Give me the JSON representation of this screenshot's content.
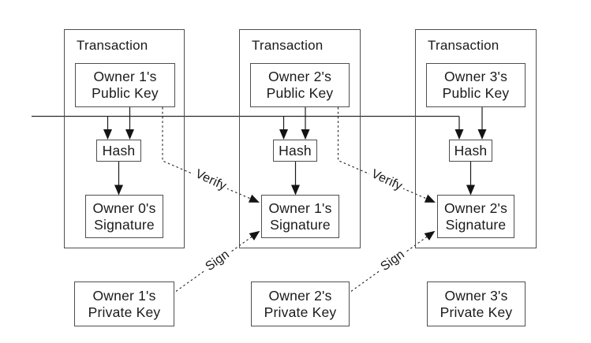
{
  "colors": {
    "background": "#ffffff",
    "ink": "#1a1a1a",
    "line": "#2b2b2b",
    "box_border": "#4f4f4f"
  },
  "transactions": [
    {
      "title": "Transaction",
      "public_key": {
        "line1": "Owner 1's",
        "line2": "Public Key"
      },
      "hash": "Hash",
      "signature": {
        "line1": "Owner 0's",
        "line2": "Signature"
      }
    },
    {
      "title": "Transaction",
      "public_key": {
        "line1": "Owner 2's",
        "line2": "Public Key"
      },
      "hash": "Hash",
      "signature": {
        "line1": "Owner 1's",
        "line2": "Signature"
      }
    },
    {
      "title": "Transaction",
      "public_key": {
        "line1": "Owner 3's",
        "line2": "Public Key"
      },
      "hash": "Hash",
      "signature": {
        "line1": "Owner 2's",
        "line2": "Signature"
      }
    }
  ],
  "private_keys": [
    {
      "line1": "Owner 1's",
      "line2": "Private Key"
    },
    {
      "line1": "Owner 2's",
      "line2": "Private Key"
    },
    {
      "line1": "Owner 3's",
      "line2": "Private Key"
    }
  ],
  "arrow_labels": {
    "verify_1": "Verify",
    "verify_2": "Verify",
    "sign_1": "Sign",
    "sign_2": "Sign"
  }
}
